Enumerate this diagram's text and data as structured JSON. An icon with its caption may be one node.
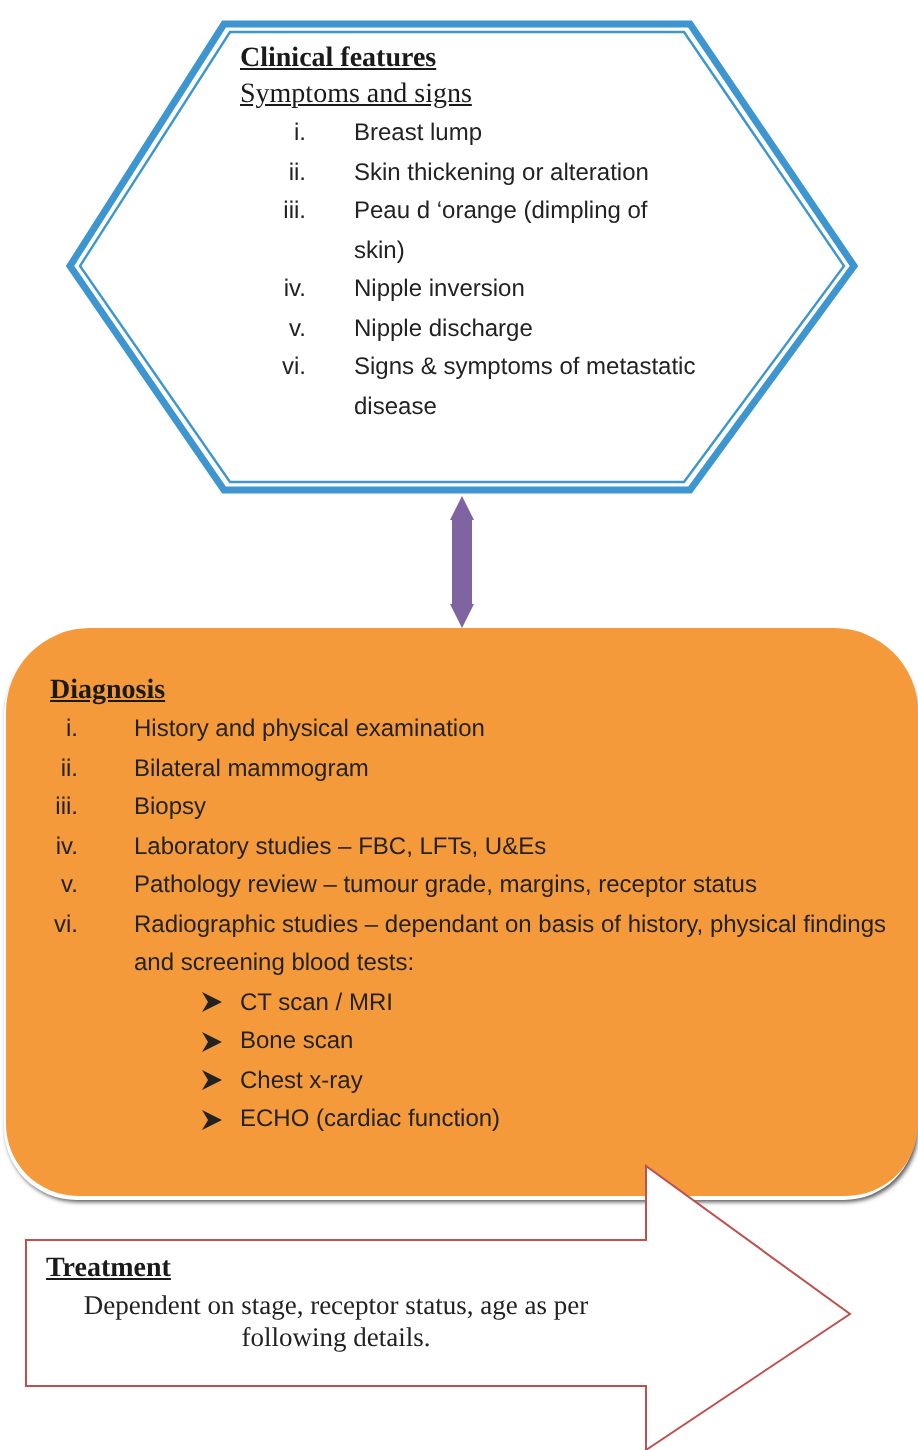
{
  "diagram": {
    "nodes": [
      {
        "text": [
          "Clinical features",
          "Symptoms and signs",
          "i.",
          "Breast lump",
          "ii.",
          "Skin thickening or alteration",
          "iii.",
          "Peau d ‘orange (dimpling of skin)",
          "iv.",
          "Nipple inversion",
          "v.",
          "Nipple discharge",
          "vi.",
          "Signs & symptoms of metastatic disease"
        ]
      },
      {
        "text": [
          "Diagnosis",
          "i.",
          "History and physical examination",
          "ii.",
          "Bilateral mammogram",
          "iii.",
          "Biopsy",
          "iv.",
          "Laboratory studies – FBC, LFTs, U&Es",
          "v.",
          "Pathology review – tumour grade, margins, receptor status",
          "vi.",
          "Radiographic studies – dependant on basis of history, physical findings and screening blood tests:",
          "CT scan / MRI",
          "Bone scan",
          "Chest x-ray",
          "ECHO (cardiac function)"
        ]
      },
      {
        "text": [
          "Treatment",
          "Dependent on stage, receptor status, age as per following details."
        ]
      }
    ],
    "edges": [
      {
        "from": 0,
        "to": 1,
        "arrow": "both"
      }
    ]
  }
}
